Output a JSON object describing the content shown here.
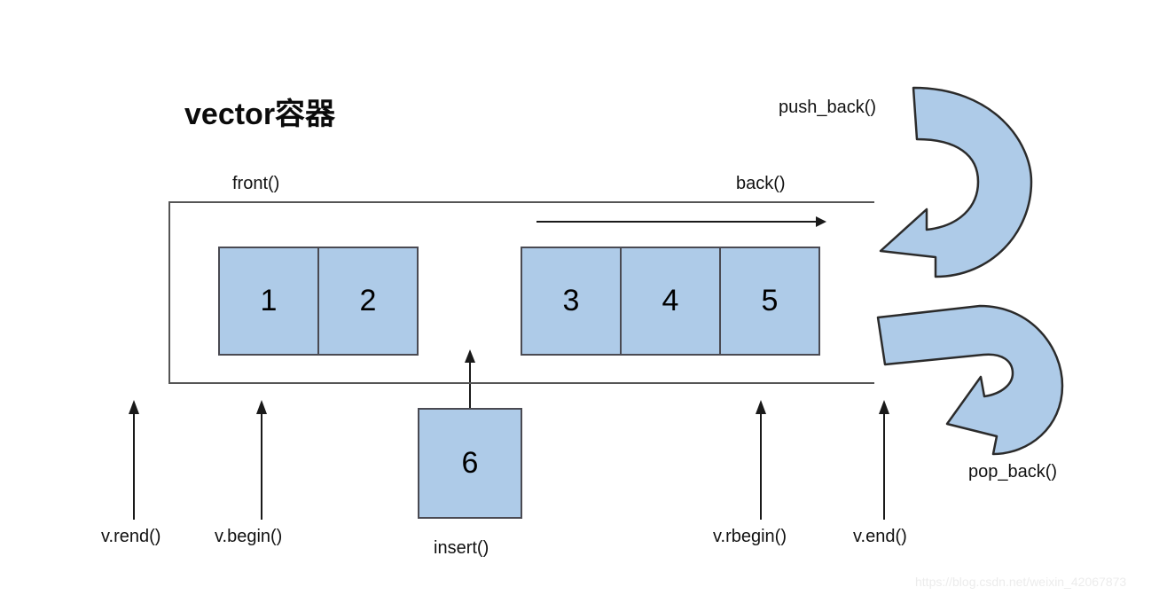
{
  "diagram": {
    "title": "vector容器",
    "watermark": "https://blog.csdn.net/weixin_42067873",
    "colors": {
      "cell_fill": "#aecbe8",
      "cell_stroke": "#4a4a52",
      "arrow_fill": "#aecbe8",
      "arrow_stroke": "#2b2b2b",
      "line": "#555555",
      "text": "#111111",
      "watermark": "#ececec"
    },
    "container_cells": [
      {
        "value": "1",
        "group": "left"
      },
      {
        "value": "2",
        "group": "left"
      },
      {
        "value": "3",
        "group": "right"
      },
      {
        "value": "4",
        "group": "right"
      },
      {
        "value": "5",
        "group": "right"
      }
    ],
    "insert_cell": {
      "value": "6",
      "label": "insert()"
    },
    "labels": {
      "front": "front()",
      "back": "back()",
      "push_back": "push_back()",
      "pop_back": "pop_back()",
      "rend": "v.rend()",
      "begin": "v.begin()",
      "rbegin": "v.rbegin()",
      "end": "v.end()"
    },
    "arrows": {
      "iteration_direction": "left-to-right",
      "push_back_shape": "curved-c-arrow-down-left",
      "pop_back_shape": "curved-u-turn-arrow-down-left",
      "insert_shape": "straight-up-arrow",
      "pointer_shape": "straight-up-arrow"
    }
  }
}
